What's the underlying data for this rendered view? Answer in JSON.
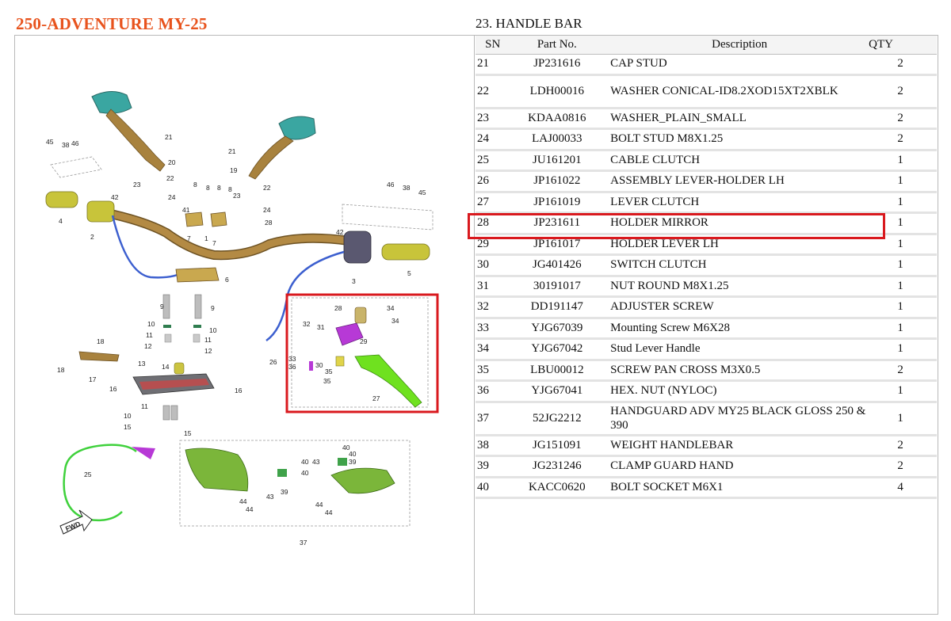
{
  "header": {
    "model": "250-ADVENTURE MY-25",
    "section": "23. HANDLE BAR"
  },
  "table": {
    "columns": [
      "SN",
      "Part No.",
      "Description",
      "QTY"
    ],
    "rows": [
      {
        "sn": "21",
        "part": "JP231616",
        "desc": "CAP STUD",
        "qty": "2"
      },
      {
        "sn": "22",
        "part": "LDH00016",
        "desc": "WASHER CONICAL-ID8.2XOD15XT2XBLK",
        "qty": "2"
      },
      {
        "sn": "23",
        "part": "KDAA0816",
        "desc": "WASHER_PLAIN_SMALL",
        "qty": "2"
      },
      {
        "sn": "24",
        "part": "LAJ00033",
        "desc": "BOLT STUD M8X1.25",
        "qty": "2"
      },
      {
        "sn": "25",
        "part": "JU161201",
        "desc": "CABLE CLUTCH",
        "qty": "1"
      },
      {
        "sn": "26",
        "part": "JP161022",
        "desc": "ASSEMBLY LEVER-HOLDER LH",
        "qty": "1"
      },
      {
        "sn": "27",
        "part": "JP161019",
        "desc": "LEVER CLUTCH",
        "qty": "1"
      },
      {
        "sn": "28",
        "part": "JP231611",
        "desc": "HOLDER MIRROR",
        "qty": "1"
      },
      {
        "sn": "29",
        "part": "JP161017",
        "desc": "HOLDER LEVER LH",
        "qty": "1"
      },
      {
        "sn": "30",
        "part": "JG401426",
        "desc": "SWITCH CLUTCH",
        "qty": "1"
      },
      {
        "sn": "31",
        "part": "30191017",
        "desc": "NUT ROUND M8X1.25",
        "qty": "1"
      },
      {
        "sn": "32",
        "part": "DD191147",
        "desc": "ADJUSTER SCREW",
        "qty": "1"
      },
      {
        "sn": "33",
        "part": "YJG67039",
        "desc": "Mounting Screw M6X28",
        "qty": "1"
      },
      {
        "sn": "34",
        "part": "YJG67042",
        "desc": "Stud Lever Handle",
        "qty": "1"
      },
      {
        "sn": "35",
        "part": "LBU00012",
        "desc": "SCREW PAN CROSS M3X0.5",
        "qty": "2"
      },
      {
        "sn": "36",
        "part": "YJG67041",
        "desc": "HEX. NUT (NYLOC)",
        "qty": "1"
      },
      {
        "sn": "37",
        "part": "52JG2212",
        "desc": "HANDGUARD ADV MY25 BLACK GLOSS 250 & 390",
        "qty": "1"
      },
      {
        "sn": "38",
        "part": "JG151091",
        "desc": "WEIGHT HANDLEBAR",
        "qty": "2"
      },
      {
        "sn": "39",
        "part": "JG231246",
        "desc": "CLAMP GUARD HAND",
        "qty": "2"
      },
      {
        "sn": "40",
        "part": "KACC0620",
        "desc": "BOLT SOCKET M6X1",
        "qty": "4"
      }
    ],
    "highlighted_sn": "28"
  },
  "diagram": {
    "fwd_label": "FWD",
    "labels": [
      "1",
      "2",
      "3",
      "4",
      "5",
      "6",
      "7",
      "7",
      "8",
      "8",
      "8",
      "8",
      "9",
      "9",
      "10",
      "10",
      "10",
      "11",
      "11",
      "11",
      "12",
      "12",
      "13",
      "14",
      "15",
      "15",
      "16",
      "16",
      "17",
      "18",
      "18",
      "19",
      "20",
      "21",
      "21",
      "22",
      "22",
      "23",
      "23",
      "24",
      "24",
      "25",
      "26",
      "27",
      "28",
      "28",
      "29",
      "30",
      "31",
      "32",
      "33",
      "34",
      "34",
      "35",
      "35",
      "36",
      "37",
      "38",
      "38",
      "39",
      "39",
      "40",
      "40",
      "40",
      "40",
      "41",
      "42",
      "42",
      "43",
      "43",
      "44",
      "44",
      "44",
      "44",
      "45",
      "45",
      "46",
      "46"
    ],
    "colors": {
      "highlight": "#d9191e",
      "model_title": "#e8531d",
      "handlebar": "#a8823e",
      "lever": "#6fe11f",
      "holder": "#b739d6",
      "grip": "#c8c43a",
      "switch": "#5a5870",
      "mirror_glass": "#3aa6a1",
      "cable": "#3c5fcf",
      "handguard": "#7bb63a"
    }
  }
}
